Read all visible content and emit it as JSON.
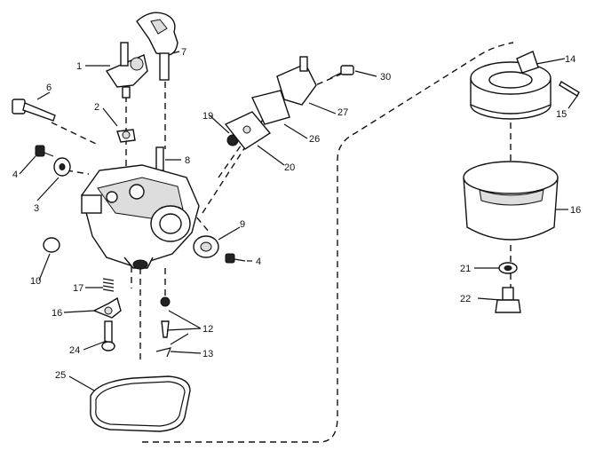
{
  "callouts": [
    "1",
    "2",
    "3",
    "4",
    "4",
    "6",
    "7",
    "8",
    "9",
    "10",
    "12",
    "13",
    "14",
    "15",
    "16",
    "16",
    "17",
    "19",
    "20",
    "21",
    "22",
    "24",
    "25",
    "26",
    "27",
    "30"
  ]
}
